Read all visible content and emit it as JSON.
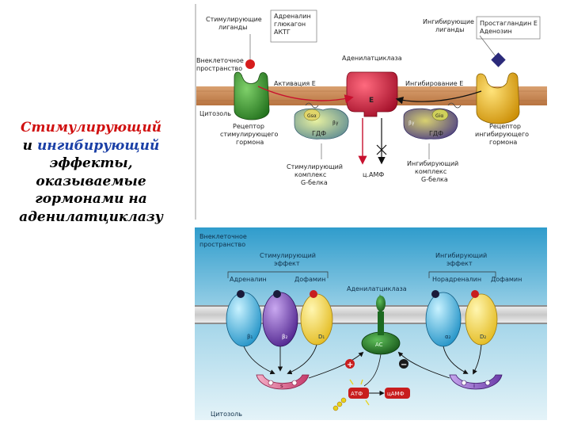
{
  "caption": {
    "line1": "Стимулирующий",
    "line2_and": "и",
    "line2_word": "ингибирующий",
    "line3": "эффекты,",
    "line4": "оказываемые",
    "line5": "гормонами на",
    "line6": "аденилатциклазу"
  },
  "top_diagram": {
    "stim_ligands": [
      "Стимулирующие",
      "лиганды"
    ],
    "stim_ligand_examples": [
      "Адреналин",
      "глюкагон",
      "АКТГ"
    ],
    "inhib_ligands": [
      "Ингибирующие",
      "лиганды"
    ],
    "inhib_ligand_examples": [
      "Простагландин Е",
      "Аденозин"
    ],
    "extracellular": [
      "Внеклеточное",
      "пространство"
    ],
    "adenylate_cyclase": "Аденилатциклаза",
    "enzyme_letter": "E",
    "activation": "Активация Е",
    "inhibition": "Ингибирование Е",
    "cytosol": "Цитозоль",
    "stim_receptor": [
      "Рецептор",
      "стимулирующего",
      "гормона"
    ],
    "inhib_receptor": [
      "Рецептор",
      "ингибирующего",
      "гормона"
    ],
    "gdp": "ГДФ",
    "gs_complex": [
      "Стимулирующий",
      "комплекс",
      "G-белка"
    ],
    "gi_complex": [
      "Ингибирующий",
      "комплекс",
      "G-белка"
    ],
    "camp": "ц.АМФ",
    "gs_alpha": "Gsα",
    "gi_alpha": "Giα",
    "g_beta_gamma": "βγ"
  },
  "bottom_diagram": {
    "extracellular": [
      "Внеклеточное",
      "пространство"
    ],
    "stim_effect": [
      "Стимулирующий",
      "эффект"
    ],
    "inhib_effect": [
      "Ингибирующий",
      "эффект"
    ],
    "adrenaline": "Адреналин",
    "dopamine_left": "Дофамин",
    "adenylate_cyclase": "Аденилатциклаза",
    "noradrenaline": "Норадреналин",
    "dopamine_right": "Дофамин",
    "receptor_b1": "β₁",
    "receptor_b2": "β₂",
    "receptor_d1": "D₁",
    "receptor_a2": "α₂",
    "receptor_d2": "D₂",
    "ac": "AC",
    "plus": "+",
    "minus": "−",
    "atp": "АТФ",
    "camp": "цАМФ",
    "cytosol": "Цитозоль",
    "gs_label": "s",
    "gi_label": "i"
  },
  "colors": {
    "caption_red": "#d01010",
    "caption_blue": "#1a3fa6",
    "membrane": "#c98d5a",
    "stim_receptor": "#2e8b2a",
    "inhib_receptor": "#e2b01a",
    "cyclase": "#d4163a",
    "bottom_bg_top": "#3aa3cf",
    "bottom_bg_bottom": "#d8eef6"
  }
}
